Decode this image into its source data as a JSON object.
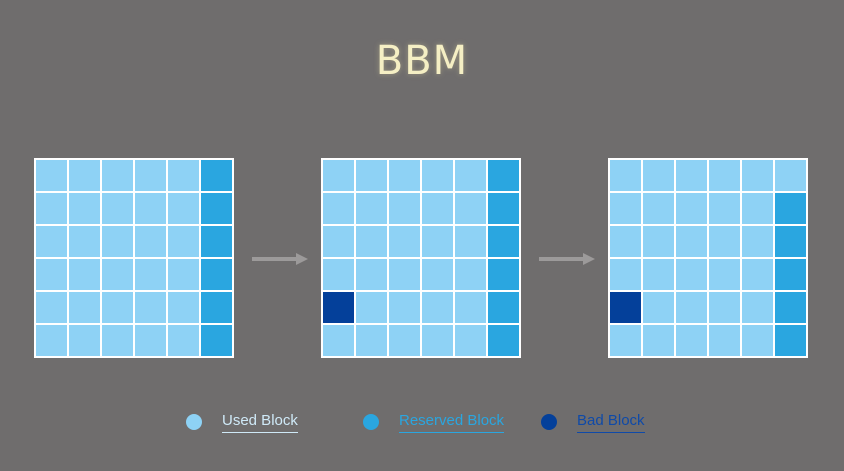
{
  "title": "BBM",
  "colors": {
    "used": "#8ed2f5",
    "reserved": "#2aa6e0",
    "bad": "#04409a",
    "gridline": "#ffffff",
    "background": "#6f6d6d",
    "arrow": "#9c9a9a"
  },
  "legend": [
    {
      "key": "used",
      "label": "Used Block",
      "label_color": "#cfe9f7"
    },
    {
      "key": "reserved",
      "label": "Reserved Block",
      "label_color": "#2aa6e0"
    },
    {
      "key": "bad",
      "label": "Bad Block",
      "label_color": "#0f4aa8"
    }
  ],
  "grids": [
    {
      "name": "initial-state",
      "cells": [
        [
          "used",
          "used",
          "used",
          "used",
          "used",
          "reserved"
        ],
        [
          "used",
          "used",
          "used",
          "used",
          "used",
          "reserved"
        ],
        [
          "used",
          "used",
          "used",
          "used",
          "used",
          "reserved"
        ],
        [
          "used",
          "used",
          "used",
          "used",
          "used",
          "reserved"
        ],
        [
          "used",
          "used",
          "used",
          "used",
          "used",
          "reserved"
        ],
        [
          "used",
          "used",
          "used",
          "used",
          "used",
          "reserved"
        ]
      ]
    },
    {
      "name": "bad-block-detected",
      "cells": [
        [
          "used",
          "used",
          "used",
          "used",
          "used",
          "reserved"
        ],
        [
          "used",
          "used",
          "used",
          "used",
          "used",
          "reserved"
        ],
        [
          "used",
          "used",
          "used",
          "used",
          "used",
          "reserved"
        ],
        [
          "used",
          "used",
          "used",
          "used",
          "used",
          "reserved"
        ],
        [
          "bad",
          "used",
          "used",
          "used",
          "used",
          "reserved"
        ],
        [
          "used",
          "used",
          "used",
          "used",
          "used",
          "reserved"
        ]
      ]
    },
    {
      "name": "block-remapped",
      "cells": [
        [
          "used",
          "used",
          "used",
          "used",
          "used",
          "used"
        ],
        [
          "used",
          "used",
          "used",
          "used",
          "used",
          "reserved"
        ],
        [
          "used",
          "used",
          "used",
          "used",
          "used",
          "reserved"
        ],
        [
          "used",
          "used",
          "used",
          "used",
          "used",
          "reserved"
        ],
        [
          "bad",
          "used",
          "used",
          "used",
          "used",
          "reserved"
        ],
        [
          "used",
          "used",
          "used",
          "used",
          "used",
          "reserved"
        ]
      ]
    }
  ]
}
